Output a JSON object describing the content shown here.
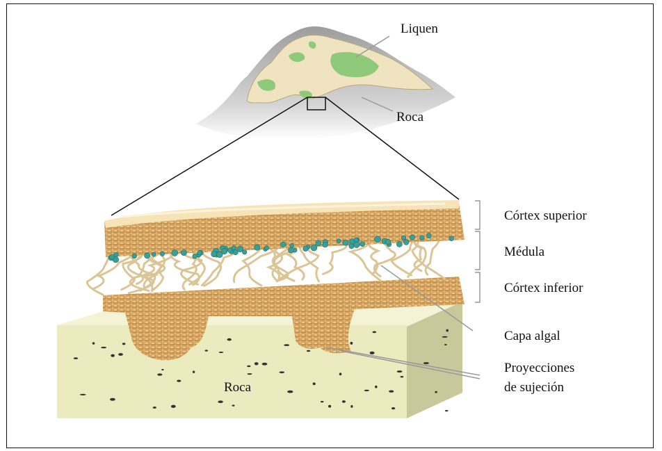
{
  "labels": {
    "liquen": "Liquen",
    "roca_top": "Roca",
    "cortex_superior": "Córtex superior",
    "medula": "Médula",
    "cortex_inferior": "Córtex inferior",
    "capa_algal": "Capa algal",
    "proyecciones_1": "Proyecciones",
    "proyecciones_2": "de sujeción",
    "roca_bottom": "Roca"
  },
  "colors": {
    "cortex": "#c8924e",
    "cortex_light": "#e8c98f",
    "cortex_top": "#f6e4b8",
    "hyphae": "#dcc595",
    "algae": "#3a9f97",
    "rock_face": "#ecebbf",
    "rock_top": "#f4f3d6",
    "rock_side": "#c9c89a",
    "lichen_green": "#8fc97a",
    "mountain": "#b5b5b5"
  }
}
